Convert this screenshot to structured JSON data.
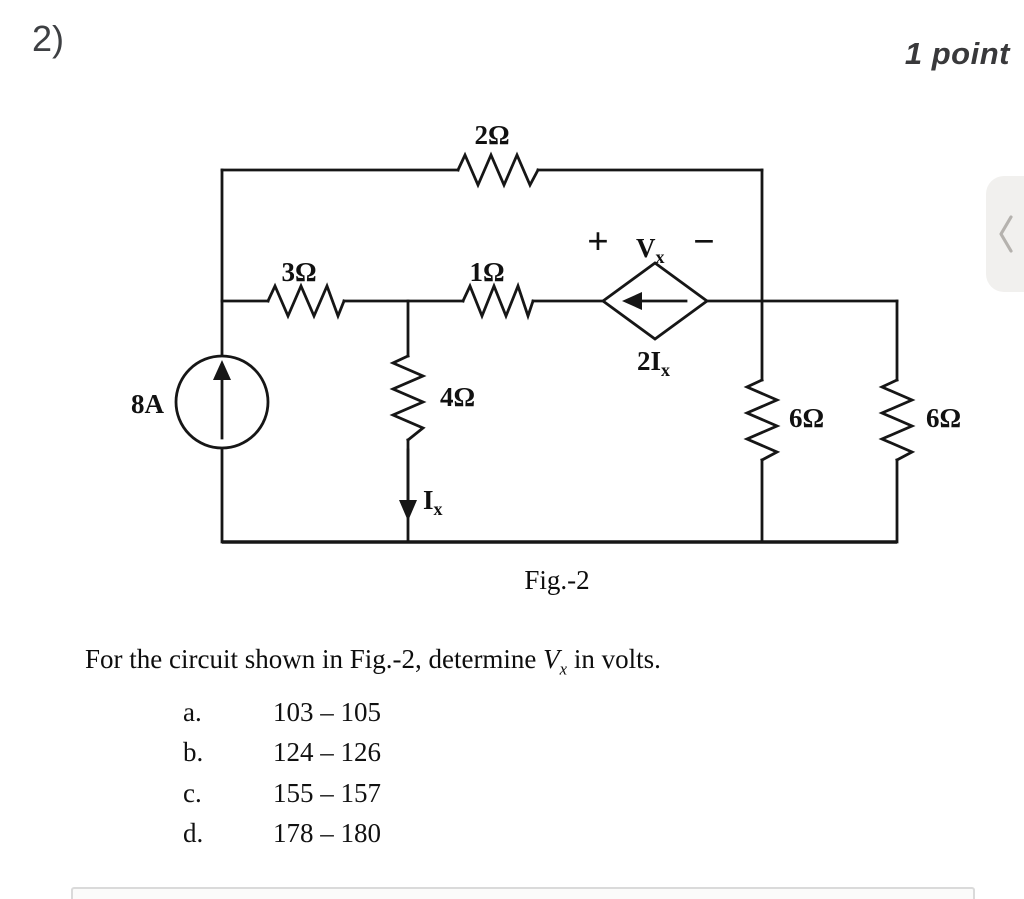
{
  "header": {
    "question_number": "2)",
    "points": "1 point"
  },
  "side_handle": {
    "icon": "chevron-left"
  },
  "circuit": {
    "labels": {
      "r_top": "2Ω",
      "r_left": "3Ω",
      "r_mid": "1Ω",
      "r_down": "4Ω",
      "r_right1": "6Ω",
      "r_right2": "6Ω",
      "source": "8A",
      "plus": "+",
      "minus": "−",
      "vx_main": "V",
      "vx_sub": "x",
      "dep_main": "2I",
      "dep_sub": "x",
      "ix_main": "I",
      "ix_sub": "x"
    },
    "caption": "Fig.-2"
  },
  "question": {
    "prefix": "For the circuit shown in Fig.-2, determine ",
    "var_main": "V",
    "var_sub": "x",
    "suffix": " in volts.",
    "options": [
      {
        "letter": "a.",
        "value": "103 – 105"
      },
      {
        "letter": "b.",
        "value": "124 – 126"
      },
      {
        "letter": "c.",
        "value": "155 – 157"
      },
      {
        "letter": "d.",
        "value": "178 – 180"
      }
    ]
  }
}
